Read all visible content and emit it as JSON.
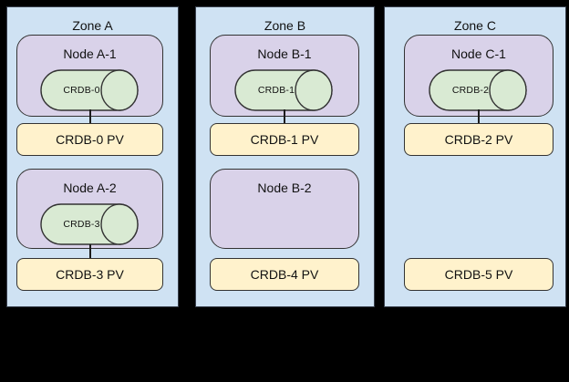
{
  "diagram": {
    "description": "CockroachDB zone topology with nodes, pods and persistent volumes",
    "colors": {
      "background": "#000000",
      "zone_fill": "#cfe2f3",
      "node_fill": "#d9d2e9",
      "pod_fill": "#d9ead3",
      "pv_fill": "#fff2cc",
      "border": "#333333"
    }
  },
  "zones": [
    {
      "title": "Zone A",
      "node1": {
        "label": "Node A-1",
        "pod": "CRDB-0"
      },
      "pv1": "CRDB-0 PV",
      "node2": {
        "label": "Node A-2",
        "pod": "CRDB-3"
      },
      "pv2": "CRDB-3 PV"
    },
    {
      "title": "Zone B",
      "node1": {
        "label": "Node B-1",
        "pod": "CRDB-1"
      },
      "pv1": "CRDB-1 PV",
      "node2": {
        "label": "Node B-2"
      },
      "pv2": "CRDB-4 PV"
    },
    {
      "title": "Zone C",
      "node1": {
        "label": "Node C-1",
        "pod": "CRDB-2"
      },
      "pv1": "CRDB-2 PV",
      "pv2": "CRDB-5 PV"
    }
  ]
}
